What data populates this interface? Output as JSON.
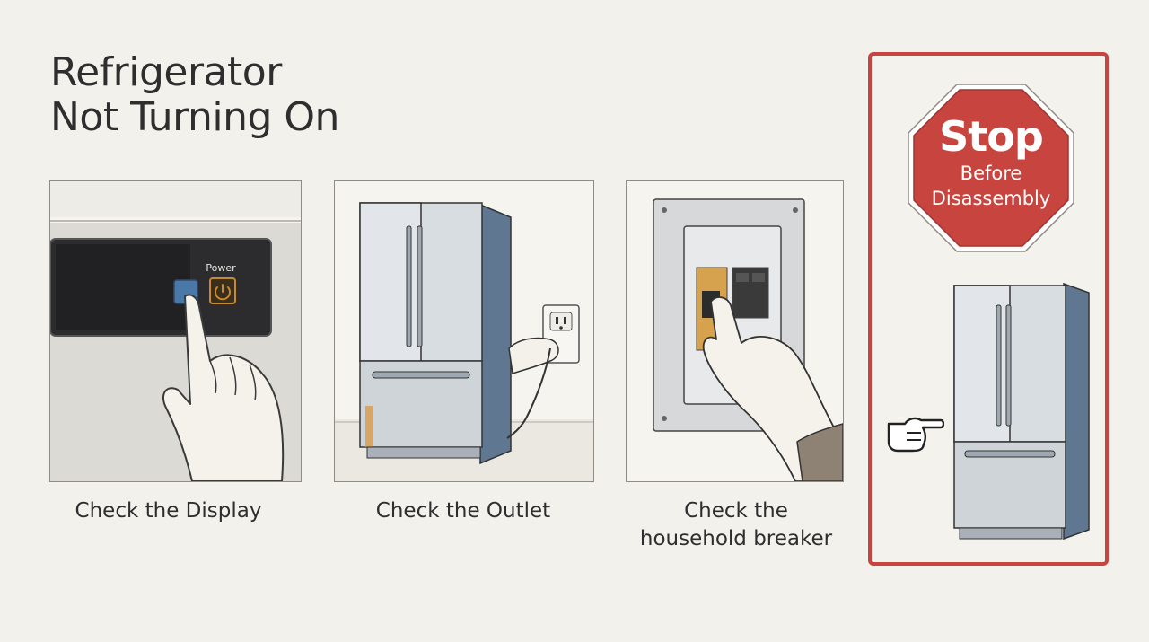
{
  "title": {
    "line1": "Refrigerator",
    "line2": "Not Turning On"
  },
  "steps": [
    {
      "caption": "Check the Display",
      "panel_label": "Power"
    },
    {
      "caption": "Check the Outlet"
    },
    {
      "caption_line1": "Check the",
      "caption_line2": "household breaker"
    }
  ],
  "warning": {
    "stop": "Stop",
    "line1": "Before",
    "line2": "Disassembly",
    "pointer_icon": "pointing-hand-icon"
  },
  "icons": {
    "power": "power-icon",
    "stop_sign": "stop-sign-icon",
    "refrigerator": "refrigerator-icon"
  },
  "colors": {
    "warning_red": "#c8453f",
    "background": "#f3f1eb",
    "power_orange": "#c88a2e",
    "accent_blue": "#4a78a8"
  }
}
